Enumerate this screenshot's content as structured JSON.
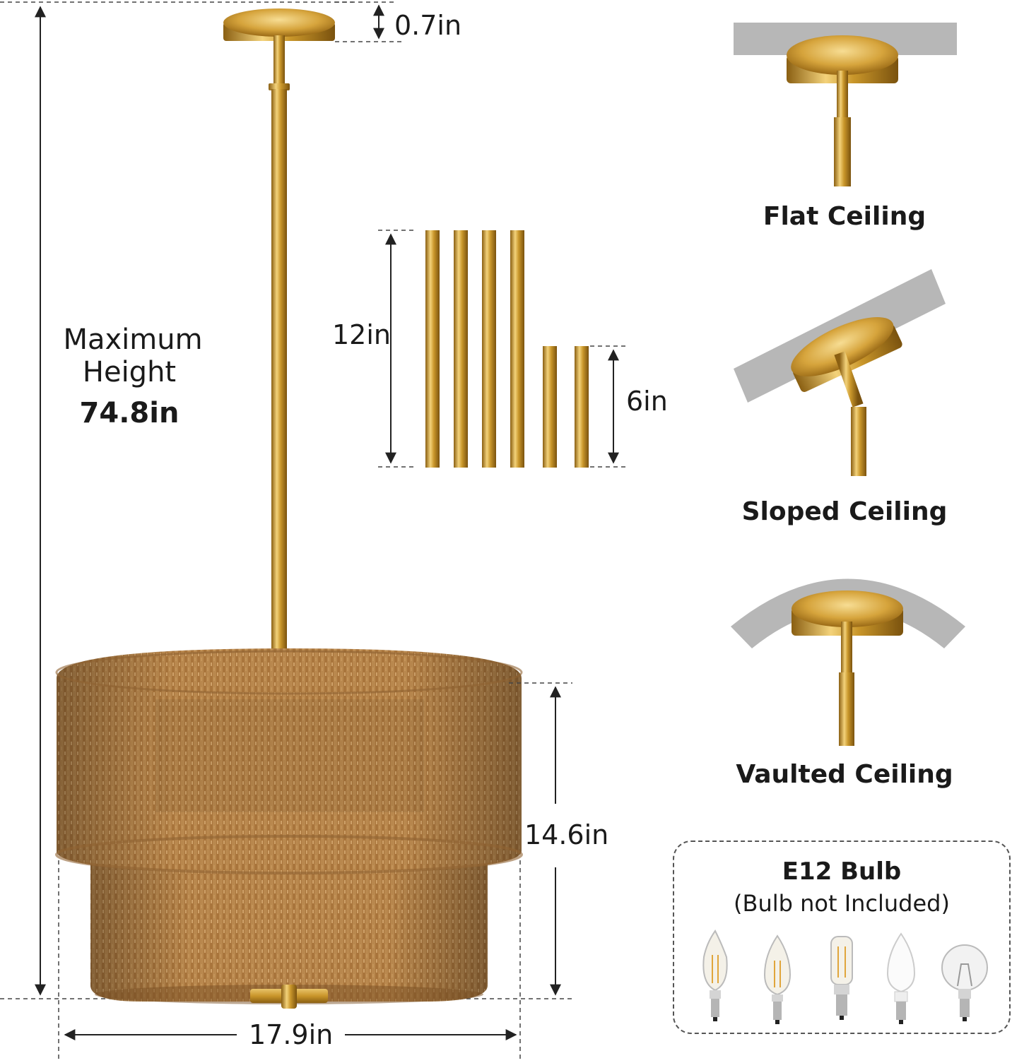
{
  "dimensions": {
    "canopy_height": "0.7in",
    "max_height_label_1": "Maximum",
    "max_height_label_2": "Height",
    "max_height_value": "74.8in",
    "long_rod": "12in",
    "short_rod": "6in",
    "shade_height": "14.6in",
    "shade_width": "17.9in"
  },
  "rods": {
    "long_count": 4,
    "short_count": 2
  },
  "ceilings": [
    {
      "label": "Flat Ceiling"
    },
    {
      "label": "Sloped Ceiling"
    },
    {
      "label": "Vaulted Ceiling"
    }
  ],
  "bulb": {
    "title": "E12 Bulb",
    "note": "(Bulb not Included)",
    "types": [
      "candle-flame-tip-bulb",
      "candle-bulb",
      "tubular-bulb",
      "led-frosted-bulb",
      "globe-bulb"
    ]
  },
  "colors": {
    "brass": "#c9962a",
    "rope": "#b9884e",
    "ceiling_gray": "#b7b7b7",
    "dim_line": "#222222"
  }
}
